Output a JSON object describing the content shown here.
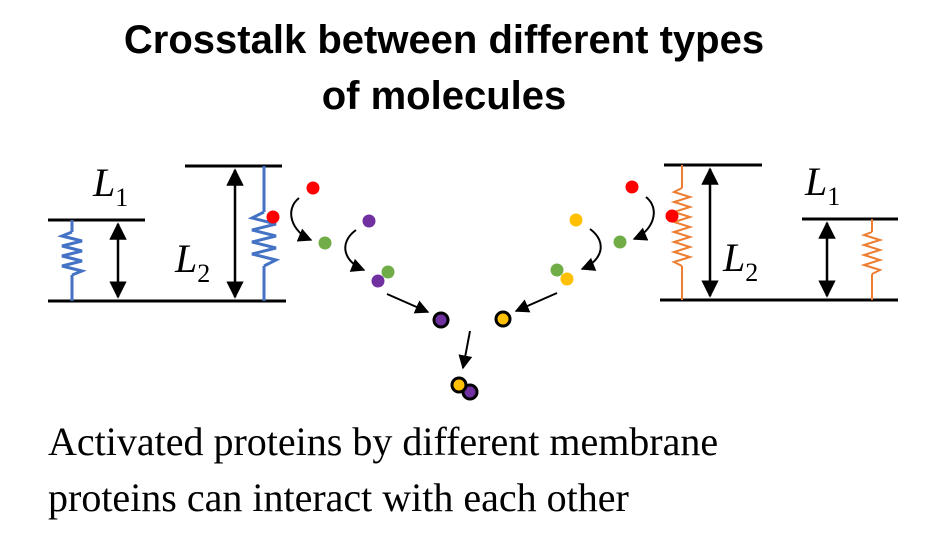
{
  "title": {
    "line1": "Crosstalk between different types",
    "line2": "of molecules"
  },
  "caption": {
    "line1": "Activated proteins by different membrane",
    "line2": "proteins can interact with each other"
  },
  "left_membrane": {
    "short_label": "L",
    "short_sub": "1",
    "tall_label": "L",
    "tall_sub": "2",
    "spring_color": "#4472C4"
  },
  "right_membrane": {
    "short_label": "L",
    "short_sub": "1",
    "tall_label": "L",
    "tall_sub": "2",
    "spring_color": "#ED7D31"
  },
  "colors": {
    "red": "#FF0000",
    "green": "#70AD47",
    "purple": "#7030A0",
    "yellow": "#FFC000",
    "black": "#000000"
  }
}
